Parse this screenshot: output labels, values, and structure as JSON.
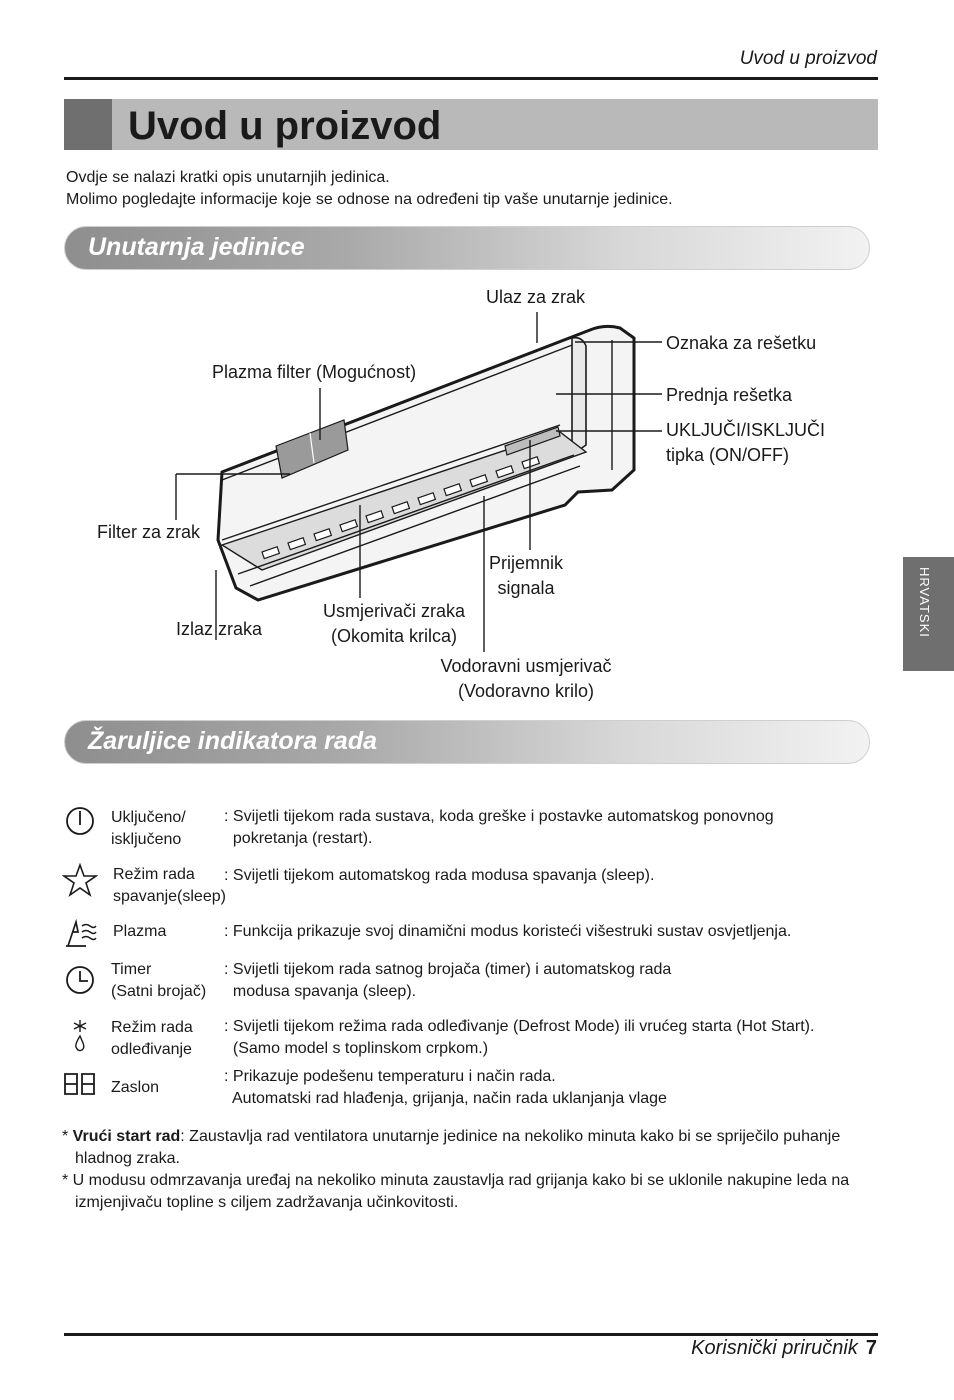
{
  "header": {
    "section": "Uvod u proizvod"
  },
  "page": {
    "title": "Uvod u proizvod",
    "intro": [
      "Ovdje se nalazi kratki opis unutarnjih jedinica.",
      "Molimo pogledajte informacije koje se odnose na određeni tip vaše unutarnje jedinice."
    ]
  },
  "side_tab": "HRVATSKI",
  "section_indoor": {
    "title": "Unutarnja jedinice",
    "labels": {
      "air_inlet": "Ulaz za zrak",
      "grille_mark": "Oznaka za rešetku",
      "plasma_filter": "Plazma filter (Mogućnost)",
      "front_grille": "Prednja rešetka",
      "onoff_line1": "UKLJUČI/ISKLJUČI",
      "onoff_line2": "tipka (ON/OFF)",
      "air_filter": "Filter za zrak",
      "signal_line1": "Prijemnik",
      "signal_line2": "signala",
      "air_outlet": "Izlaz zraka",
      "vanes_line1": "Usmjerivači zraka",
      "vanes_line2": "(Okomita krilca)",
      "louver_line1": "Vodoravni usmjerivač",
      "louver_line2": "(Vodoravno krilo)"
    }
  },
  "section_indicators": {
    "title": "Žaruljice indikatora rada",
    "items": [
      {
        "icon": "power-icon",
        "name_line1": "Uključeno/",
        "name_line2": "isključeno",
        "desc_line1": ": Svijetli tijekom rada sustava, koda greške i postavke automatskog ponovnog",
        "desc_line2": "  pokretanja (restart)."
      },
      {
        "icon": "star-icon",
        "name_line1": "Režim rada",
        "name_line2": "spavanje(sleep)",
        "desc_line1": ": Svijetli tijekom automatskog rada modusa spavanja (sleep).",
        "desc_line2": ""
      },
      {
        "icon": "plasma-icon",
        "name_line1": "Plazma",
        "name_line2": "",
        "desc_line1": ": Funkcija prikazuje svoj dinamični modus koristeći višestruki sustav osvjetljenja.",
        "desc_line2": ""
      },
      {
        "icon": "clock-icon",
        "name_line1": "Timer",
        "name_line2": "(Satni brojač)",
        "desc_line1": ": Svijetli tijekom rada satnog brojača (timer) i automatskog rada",
        "desc_line2": "  modusa spavanja (sleep)."
      },
      {
        "icon": "defrost-icon",
        "name_line1": "Režim rada",
        "name_line2": "odleđivanje",
        "desc_line1": ": Svijetli tijekom režima rada odleđivanje (Defrost Mode) ili vrućeg starta (Hot Start).",
        "desc_line2": "  (Samo model s toplinskom crpkom.)"
      },
      {
        "icon": "display-icon",
        "name_line1": "Zaslon",
        "name_line2": "",
        "desc_line1": ": Prikazuje podešenu temperaturu i način rada.",
        "desc_line2": "  Automatski rad hlađenja, grijanja, način rada uklanjanja vlage"
      }
    ]
  },
  "notes": [
    {
      "bold": "Vrući start rad",
      "text": ": Zaustavlja rad ventilatora unutarnje jedinice na nekoliko minuta kako bi se spriječilo puhanje hladnog zraka."
    },
    {
      "bold": "",
      "text": "U modusu odmrzavanja uređaj na nekoliko minuta zaustavlja rad grijanja kako bi se uklonile nakupine leda na izmjenjivaču topline s ciljem zadržavanja učinkovitosti."
    }
  ],
  "footer": {
    "label": "Korisnički priručnik",
    "page_number": "7"
  }
}
